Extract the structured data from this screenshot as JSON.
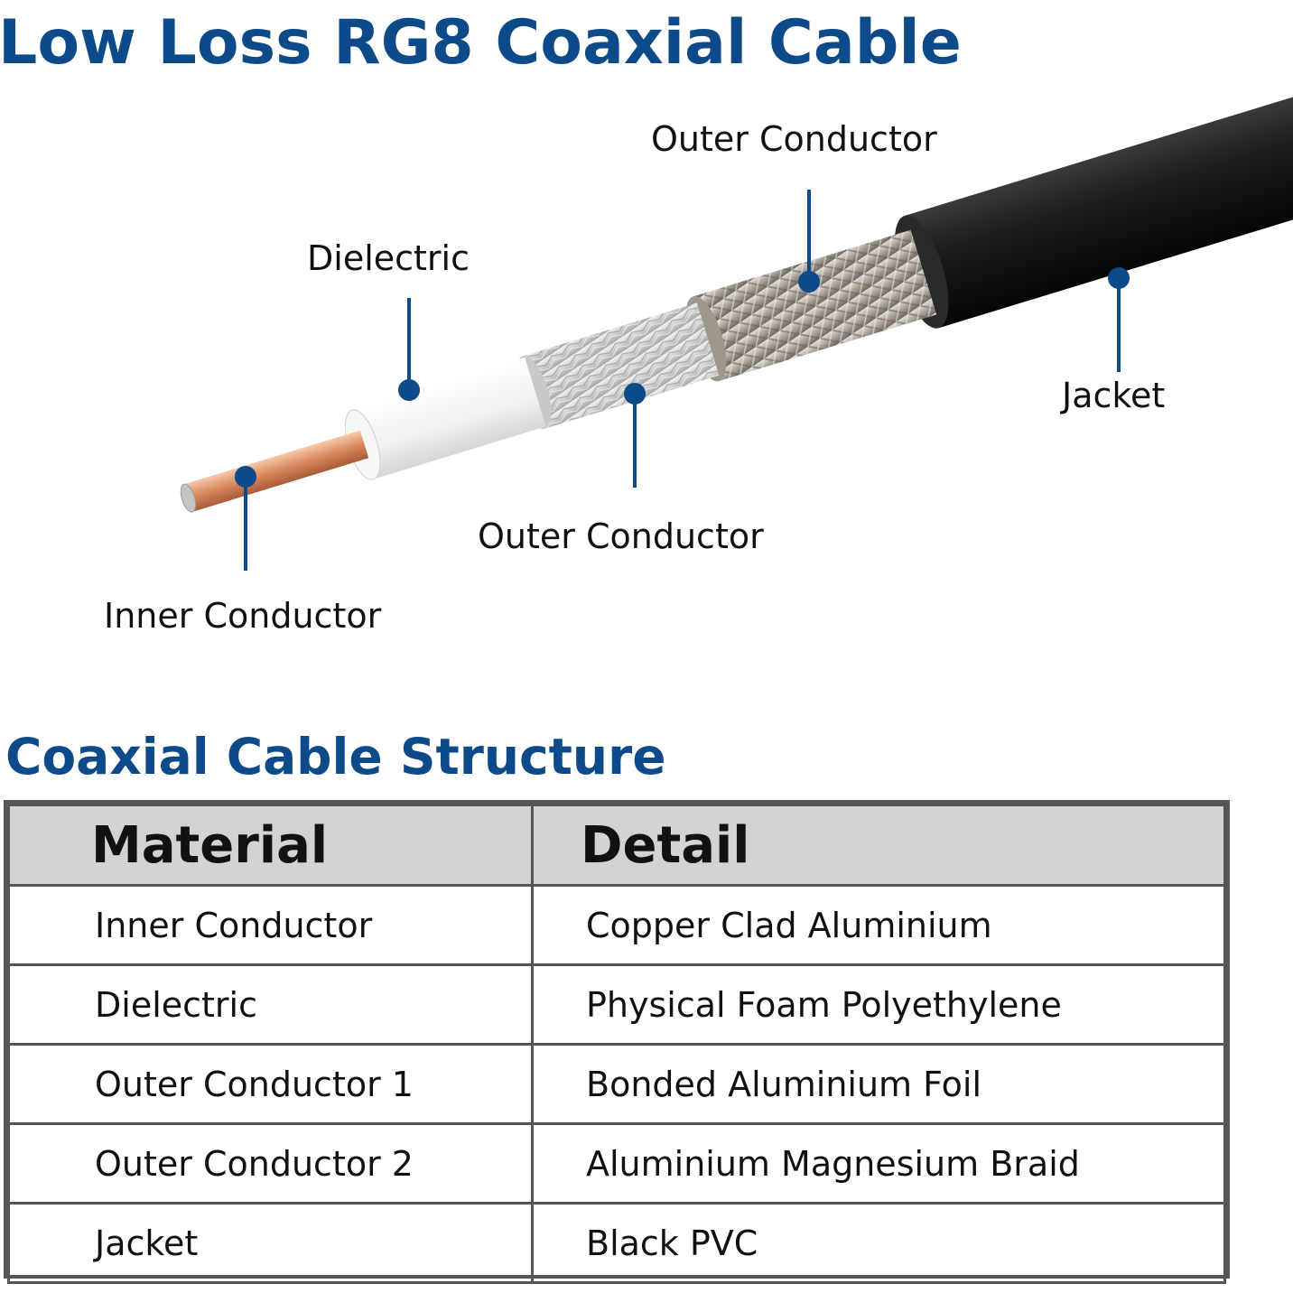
{
  "title": "Low Loss RG8 Coaxial Cable",
  "labels": {
    "outer_conductor_top": "Outer Conductor",
    "dielectric": "Dielectric",
    "jacket": "Jacket",
    "outer_conductor_bottom": "Outer Conductor",
    "inner_conductor": "Inner Conductor"
  },
  "colors": {
    "brand_blue": "#0d4a8a",
    "leader_blue": "#0d4a8a",
    "copper": "#d9875c",
    "dielectric_white": "#f4f4f4",
    "foil_silver": "#d8d8d8",
    "braid_silver": "#b9b2a8",
    "jacket_black": "#1a1a1a",
    "table_header_bg": "#d3d3d3",
    "table_border": "#555555"
  },
  "structure": {
    "title": "Coaxial Cable Structure",
    "headers": {
      "material": "Material",
      "detail": "Detail"
    },
    "rows": [
      {
        "material": "Inner Conductor",
        "detail": "Copper Clad Aluminium"
      },
      {
        "material": "Dielectric",
        "detail": "Physical Foam Polyethylene"
      },
      {
        "material": "Outer Conductor 1",
        "detail": "Bonded Aluminium Foil"
      },
      {
        "material": "Outer Conductor 2",
        "detail": "Aluminium Magnesium Braid"
      },
      {
        "material": "Jacket",
        "detail": "Black PVC"
      }
    ]
  }
}
